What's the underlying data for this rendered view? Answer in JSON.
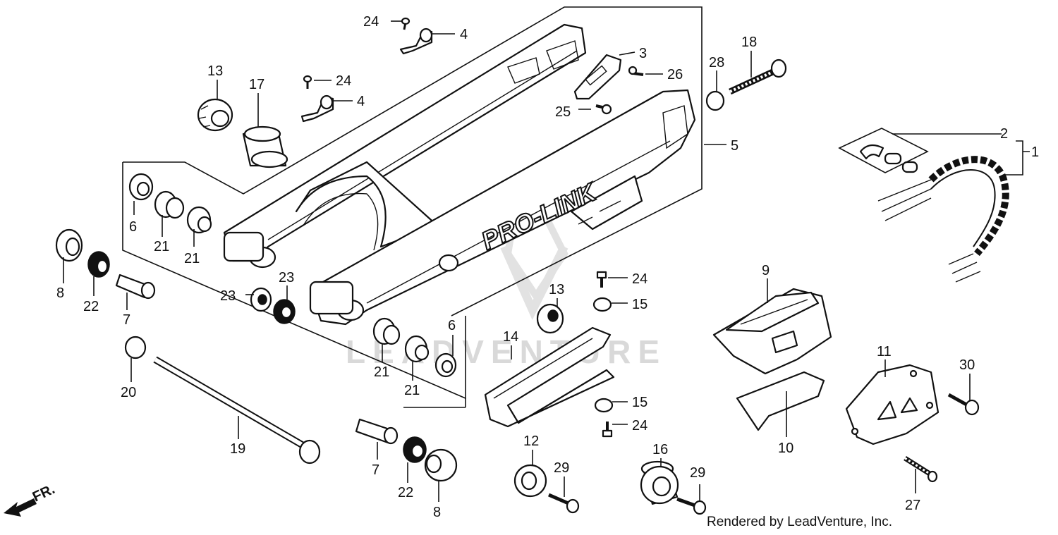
{
  "watermark": {
    "text": "LEADVENTURE",
    "color": "#d9d9d9"
  },
  "swingarm_logo": "PRO-LINK",
  "direction_arrow": {
    "label": "FR.",
    "icon": "front-direction-arrow-icon"
  },
  "credit": "Rendered by LeadVenture, Inc.",
  "callouts": {
    "c1": "1",
    "c2": "2",
    "c3": "3",
    "c4a": "4",
    "c4b": "4",
    "c5": "5",
    "c6a": "6",
    "c6b": "6",
    "c7a": "7",
    "c7b": "7",
    "c8a": "8",
    "c8b": "8",
    "c9": "9",
    "c10": "10",
    "c11": "11",
    "c12": "12",
    "c13a": "13",
    "c13b": "13",
    "c14": "14",
    "c15a": "15",
    "c15b": "15",
    "c16": "16",
    "c17": "17",
    "c18": "18",
    "c19": "19",
    "c20": "20",
    "c21a": "21",
    "c21b": "21",
    "c21c": "21",
    "c21d": "21",
    "c22a": "22",
    "c22b": "22",
    "c23a": "23",
    "c23b": "23",
    "c24a": "24",
    "c24b": "24",
    "c24c": "24",
    "c24d": "24",
    "c25": "25",
    "c26": "26",
    "c27": "27",
    "c28": "28",
    "c29a": "29",
    "c29b": "29",
    "c30": "30"
  }
}
